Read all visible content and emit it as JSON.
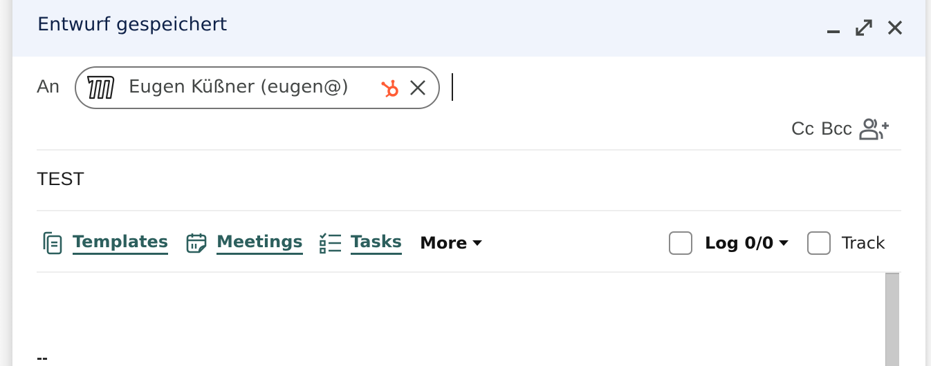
{
  "window": {
    "title": "Entwurf gespeichert",
    "controls": {
      "minimize": "minimize-icon",
      "expand": "expand-icon",
      "close": "close-icon"
    }
  },
  "recipients": {
    "label": "An",
    "chips": [
      {
        "name": "Eugen Küßner (eugen@)",
        "logo_icon": "company-m-logo",
        "crm_icon": "hubspot-icon",
        "crm_color": "#ff5c35",
        "remove_icon": "close-icon"
      }
    ],
    "cc_label": "Cc",
    "bcc_label": "Bcc",
    "add_recipients_icon": "add-people-icon"
  },
  "subject": {
    "value": "TEST"
  },
  "toolbar": {
    "accent_color": "#2c5f5d",
    "templates_label": "Templates",
    "meetings_label": "Meetings",
    "tasks_label": "Tasks",
    "more_label": "More",
    "log_label": "Log 0/0",
    "log_checked": false,
    "track_label": "Track",
    "track_checked": false
  },
  "body": {
    "signature_separator": "--"
  }
}
